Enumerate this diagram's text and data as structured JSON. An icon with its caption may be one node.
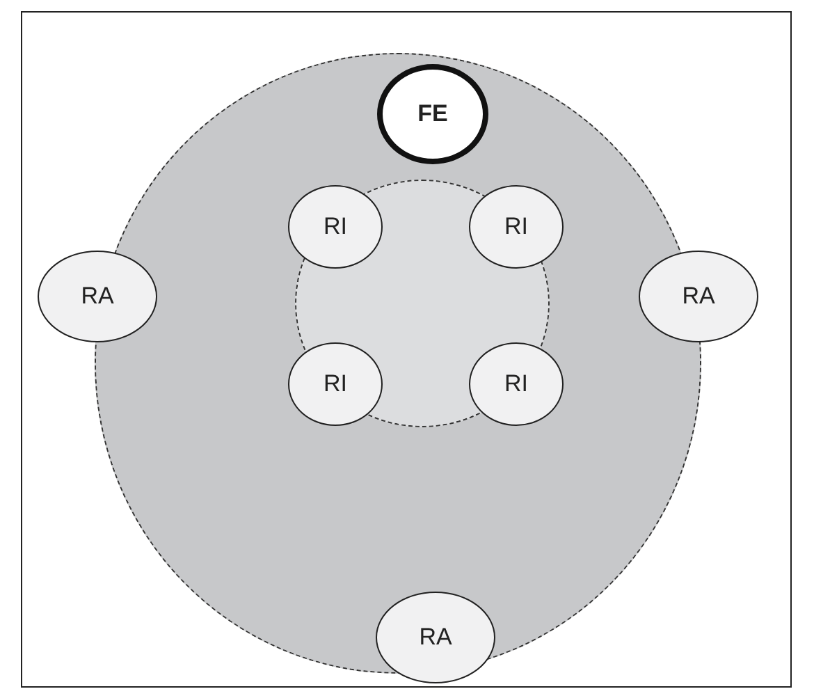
{
  "diagram": {
    "nodes": [
      {
        "text": [],
        "shape": "circle"
      },
      {
        "text": [],
        "shape": "circle",
        "in": 0
      },
      {
        "text": [
          "FE"
        ],
        "in": 0
      },
      {
        "text": [
          "RI"
        ],
        "in": 0
      },
      {
        "text": [
          "RI"
        ],
        "in": 0
      },
      {
        "text": [
          "RA"
        ]
      },
      {
        "text": [
          "RA"
        ]
      },
      {
        "text": [
          "RI"
        ],
        "in": 0
      },
      {
        "text": [
          "RI"
        ],
        "in": 0
      },
      {
        "text": [
          "RA"
        ]
      }
    ]
  }
}
